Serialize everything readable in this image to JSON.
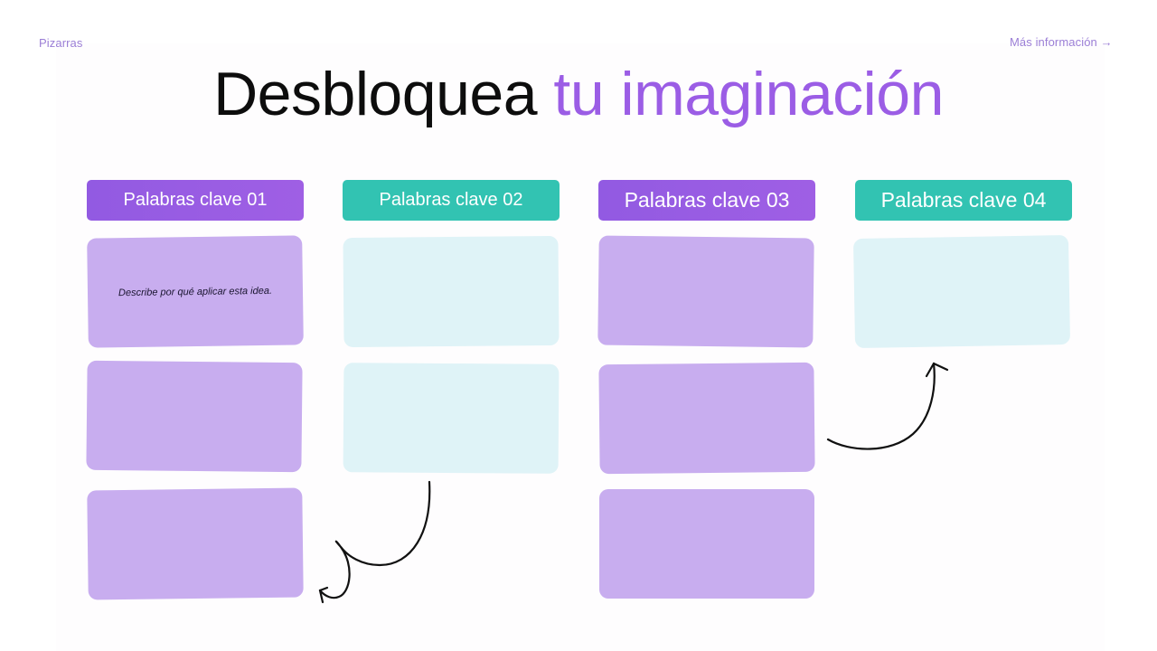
{
  "nav": {
    "left_link": "Pizarras",
    "right_link": "Más información →"
  },
  "title": {
    "part1": "Desbloquea ",
    "part2": "tu imaginación"
  },
  "colors": {
    "purple_header": "#9b5de5",
    "teal_header": "#32c3b2",
    "purple_card": "#c8adef",
    "teal_card": "#dff3f7",
    "nav_link": "#9b7ed6"
  },
  "columns": [
    {
      "header": "Palabras clave 01",
      "color": "purple",
      "cards": [
        {
          "text": "Describe por qué aplicar esta idea."
        },
        {
          "text": ""
        },
        {
          "text": ""
        }
      ]
    },
    {
      "header": "Palabras clave 02",
      "color": "teal",
      "cards": [
        {
          "text": ""
        },
        {
          "text": ""
        }
      ]
    },
    {
      "header": "Palabras clave 03",
      "color": "purple",
      "cards": [
        {
          "text": ""
        },
        {
          "text": ""
        },
        {
          "text": ""
        }
      ]
    },
    {
      "header": "Palabras clave 04",
      "color": "teal",
      "cards": [
        {
          "text": ""
        }
      ]
    }
  ],
  "connectors": [
    {
      "name": "curly-arrow-col2-to-col1",
      "from": "column 2",
      "to": "column 1"
    },
    {
      "name": "curved-arrow-col3-to-col4",
      "from": "column 3",
      "to": "column 4"
    }
  ]
}
